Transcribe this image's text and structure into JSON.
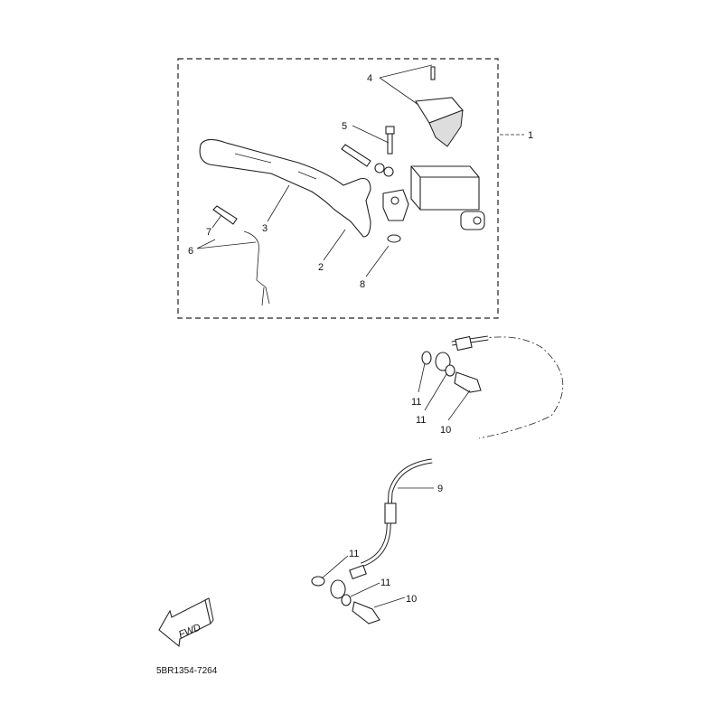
{
  "diagram": {
    "callouts": [
      {
        "id": "c1",
        "text": "1"
      },
      {
        "id": "c2",
        "text": "2"
      },
      {
        "id": "c3",
        "text": "3"
      },
      {
        "id": "c4",
        "text": "4"
      },
      {
        "id": "c5",
        "text": "5"
      },
      {
        "id": "c6",
        "text": "6"
      },
      {
        "id": "c7",
        "text": "7"
      },
      {
        "id": "c8",
        "text": "8"
      },
      {
        "id": "c9",
        "text": "9"
      },
      {
        "id": "c10a",
        "text": "10"
      },
      {
        "id": "c10b",
        "text": "10"
      },
      {
        "id": "c11a",
        "text": "11"
      },
      {
        "id": "c11b",
        "text": "11"
      },
      {
        "id": "c11c",
        "text": "11"
      },
      {
        "id": "c11d",
        "text": "11"
      }
    ],
    "fwd_arrow_label": "FWD",
    "drawing_code": "5BR1354-7264"
  }
}
